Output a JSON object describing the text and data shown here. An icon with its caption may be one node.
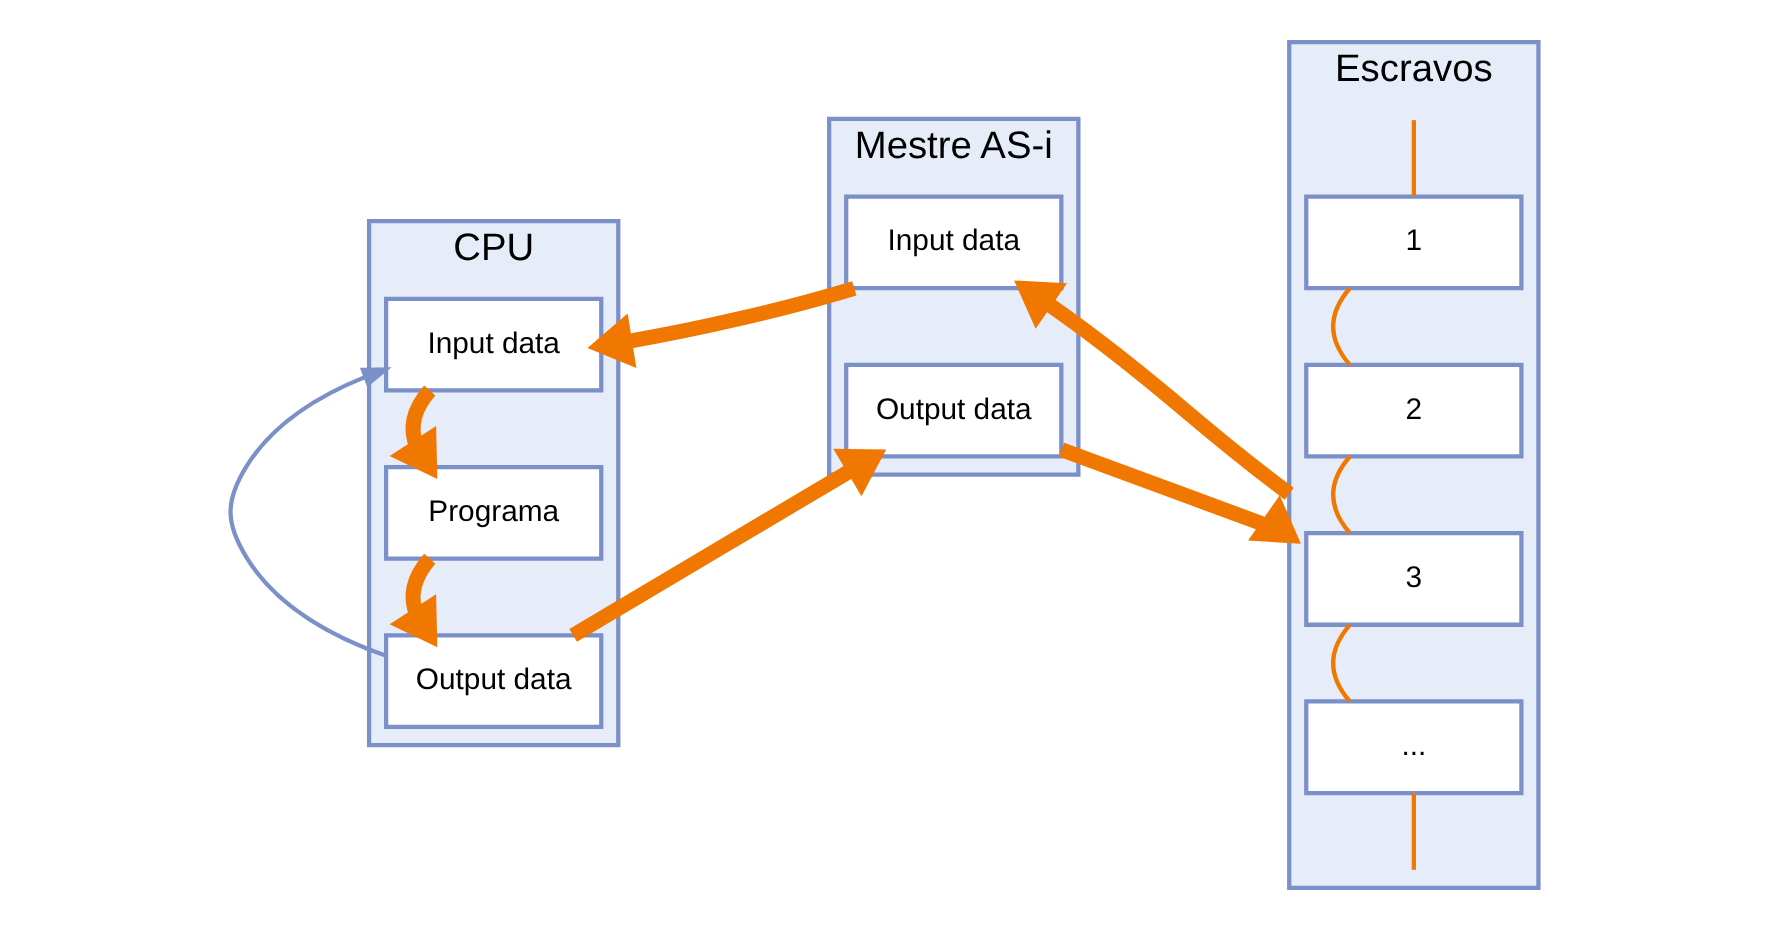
{
  "diagram": {
    "nodes": [
      {
        "text": [
          "CPU"
        ]
      },
      {
        "text": [
          "Input data"
        ],
        "in": 0
      },
      {
        "text": [
          "Programa"
        ],
        "in": 0
      },
      {
        "text": [
          "Output data"
        ],
        "in": 0
      },
      {
        "text": [
          "Mestre AS-i"
        ]
      },
      {
        "text": [
          "Input data"
        ],
        "in": 4
      },
      {
        "text": [
          "Output data"
        ],
        "in": 4
      },
      {
        "text": [
          "Escravos"
        ]
      },
      {
        "text": [
          "1"
        ],
        "in": 7
      },
      {
        "text": [
          "2"
        ],
        "in": 7
      },
      {
        "text": [
          "3"
        ],
        "in": 7
      },
      {
        "text": [
          "..."
        ],
        "in": 7
      }
    ],
    "edges": [
      {
        "from": 1,
        "to": 2,
        "arrow": "to",
        "style": "thick"
      },
      {
        "from": 2,
        "to": 3,
        "arrow": "to",
        "style": "thick"
      },
      {
        "from": 3,
        "to": 1,
        "arrow": "to",
        "color": "#7b8fc8"
      },
      {
        "from": 5,
        "to": 1,
        "arrow": "to",
        "style": "thick"
      },
      {
        "from": 7,
        "to": 5,
        "arrow": "to",
        "style": "thick"
      },
      {
        "from": 3,
        "to": 6,
        "arrow": "to",
        "style": "thick"
      },
      {
        "from": 6,
        "to": 7,
        "arrow": "to",
        "style": "thick"
      },
      {
        "from": null,
        "to": 8,
        "arrow": "none"
      },
      {
        "from": 8,
        "to": 9,
        "arrow": "none"
      },
      {
        "from": 9,
        "to": 10,
        "arrow": "none"
      },
      {
        "from": 10,
        "to": 11,
        "arrow": "none"
      },
      {
        "from": 11,
        "to": null,
        "arrow": "none"
      }
    ]
  }
}
